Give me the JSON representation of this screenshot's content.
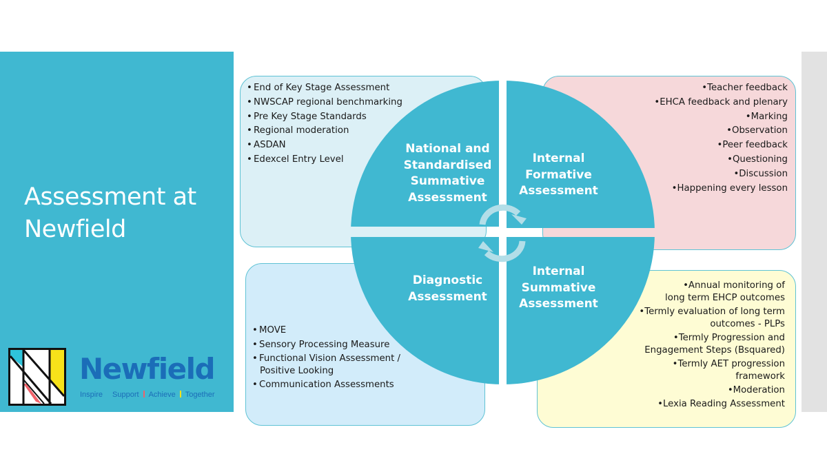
{
  "slide": {
    "title_line1": "Assessment at",
    "title_line2": "Newfield"
  },
  "logo": {
    "wordmark": "Newfield",
    "tagline": [
      "Inspire",
      "Support",
      "Achieve",
      "Together"
    ],
    "colors": {
      "brand_blue": "#1B6DB8",
      "mark_cyan": "#2EC4DB",
      "mark_red": "#F0626A",
      "mark_yellow": "#F7E21A",
      "tagline_sep_cyan": "#40B8D1",
      "tagline_sep_red": "#F0626A",
      "tagline_sep_yellow": "#F7E21A"
    }
  },
  "cycle": {
    "quadrants": [
      {
        "id": "tl",
        "lines": [
          "National and",
          "Standardised",
          "Summative",
          "Assessment"
        ]
      },
      {
        "id": "tr",
        "lines": [
          "Internal",
          "Formative",
          "Assessment"
        ]
      },
      {
        "id": "bl",
        "lines": [
          "Diagnostic",
          "Assessment"
        ]
      },
      {
        "id": "br",
        "lines": [
          "Internal",
          "Summative",
          "Assessment"
        ]
      }
    ],
    "colors": {
      "segment": "#40B8D1",
      "arrow": "#B3DEE8"
    }
  },
  "boxes": {
    "national": {
      "items": [
        "End of Key Stage Assessment",
        "NWSCAP regional benchmarking",
        "Pre Key Stage Standards",
        "Regional moderation",
        "ASDAN",
        "Edexcel Entry Level"
      ]
    },
    "formative": {
      "items": [
        "Teacher feedback",
        "EHCA feedback and plenary",
        "Marking",
        "Observation",
        "Peer feedback",
        "Questioning",
        "Discussion",
        "Happening every lesson"
      ]
    },
    "diagnostic": {
      "items": [
        [
          "MOVE"
        ],
        [
          "Sensory Processing Measure"
        ],
        [
          "Functional Vision Assessment  /",
          "Positive Looking"
        ],
        [
          "Communication Assessments"
        ]
      ]
    },
    "summative": {
      "items": [
        [
          "Annual monitoring of",
          "long term EHCP outcomes"
        ],
        [
          "Termly evaluation of long term",
          "outcomes  - PLPs"
        ],
        [
          "Termly Progression and",
          "Engagement Steps  (Bsquared)"
        ],
        [
          "Termly AET progression",
          "framework"
        ],
        [
          "Moderation"
        ],
        [
          "Lexia Reading Assessment"
        ]
      ]
    },
    "colors": {
      "national_bg": "#DCF0F6",
      "formative_bg": "#F6D8DA",
      "diagnostic_bg": "#D2ECFA",
      "summative_bg": "#FEFCD4",
      "border": "#5EC2D4"
    }
  },
  "bullet": "•"
}
